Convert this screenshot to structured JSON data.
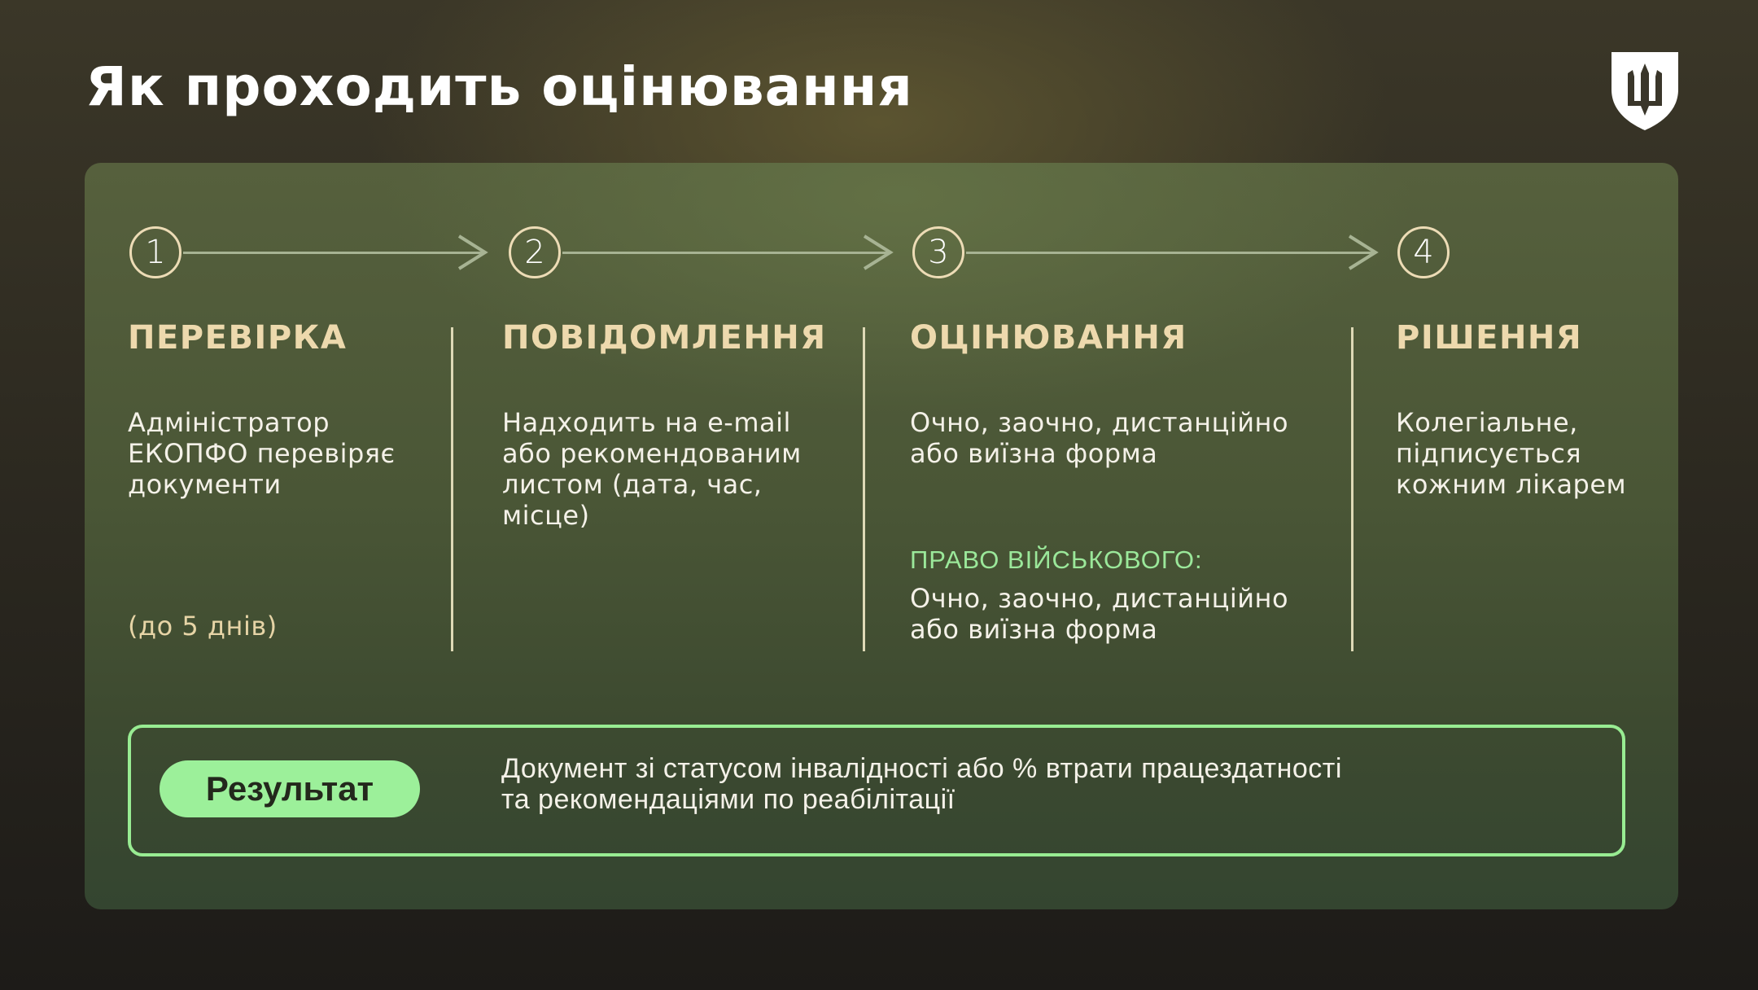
{
  "header": {
    "title": "Як проходить оцінювання",
    "logo_icon": "trident-shield-icon"
  },
  "colors": {
    "heading_accent": "#edd9ad",
    "highlight_green": "#9cf09a",
    "circle_border": "#eddcb6",
    "connector": "#a7b393"
  },
  "steps": [
    {
      "number": "1",
      "heading": "ПЕРЕВІРКА",
      "body_lines": [
        "Адміністратор",
        "ЕКОПФО перевіряє",
        "документи"
      ],
      "note": "(до 5 днів)"
    },
    {
      "number": "2",
      "heading": "ПОВІДОМЛЕННЯ",
      "body_lines": [
        "Надходить на e-mail",
        "або рекомендованим",
        "листом (дата, час,",
        "місце)"
      ]
    },
    {
      "number": "3",
      "heading": "ОЦІНЮВАННЯ",
      "body_lines": [
        "Очно, заочно, дистанційно",
        "або виїзна форма"
      ],
      "right_label": "ПРАВО ВІЙСЬКОВОГО:",
      "right_lines": [
        "Очно, заочно, дистанційно",
        "або виїзна форма"
      ]
    },
    {
      "number": "4",
      "heading": "РІШЕННЯ",
      "body_lines": [
        "Колегіальне,",
        "підписується",
        "кожним лікарем"
      ]
    }
  ],
  "result": {
    "label": "Результат",
    "lines": [
      "Документ зі статусом інвалідності або % втрати працездатності",
      "та рекомендаціями по реабілітації"
    ]
  }
}
